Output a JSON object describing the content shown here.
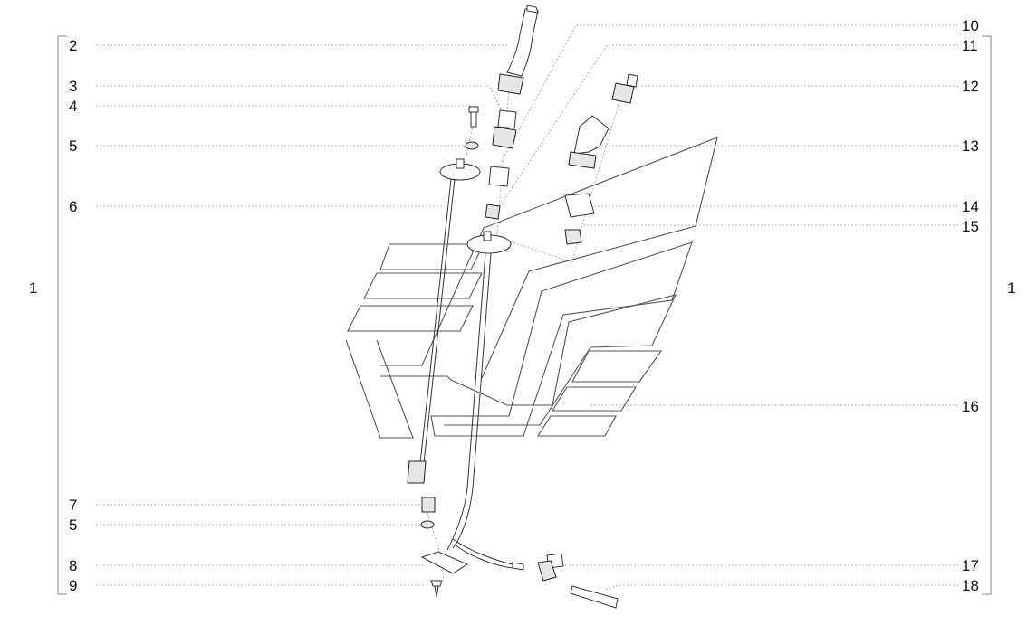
{
  "diagram": {
    "assembly_label_left": "1",
    "assembly_label_right": "1",
    "left_callouts": [
      "2",
      "3",
      "4",
      "5",
      "6",
      "7",
      "5",
      "8",
      "9"
    ],
    "right_callouts": [
      "10",
      "11",
      "12",
      "13",
      "14",
      "15",
      "16",
      "17",
      "18"
    ]
  }
}
